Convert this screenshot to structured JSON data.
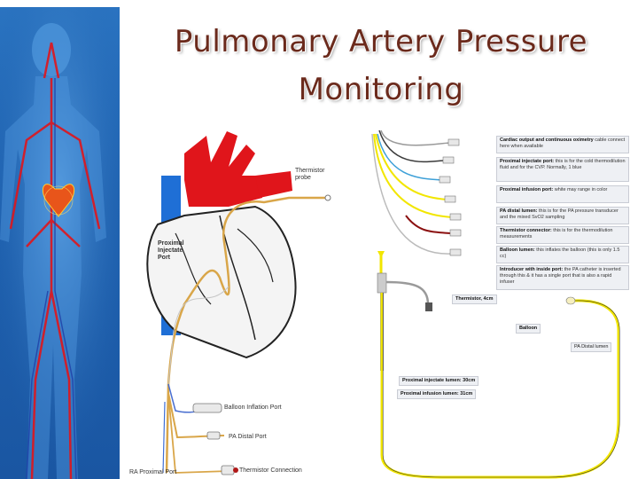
{
  "title": {
    "line1": "Pulmonary Artery Pressure",
    "line2": "Monitoring"
  },
  "heart_diagram": {
    "thermistor_probe": [
      "Thermistor",
      "probe"
    ],
    "proximal_injectate_port": [
      "Proximal",
      "Injectate",
      "Port"
    ],
    "balloon_inflation_port": "Balloon Inflation Port",
    "pa_distal_port": "PA Distal Port",
    "ra_proximal_port": "RA Proximal Port",
    "thermistor_connection": "Thermistor Connection"
  },
  "catheter_diagram": {
    "callouts": [
      {
        "head": "Cardiac output and continuous oximetry",
        "body": "cable connect here when available"
      },
      {
        "head": "Proximal injectate port:",
        "body": "this is for the cold thermodilution fluid and for the CVP. Normally, 1 blue"
      },
      {
        "head": "Proximal infusion port:",
        "body": "white may range in color"
      },
      {
        "head": "PA distal lumen:",
        "body": "this is for the PA pressure transducer and the mixed SvO2 sampling"
      },
      {
        "head": "Thermistor connector:",
        "body": "this is for the thermodilution measurements"
      },
      {
        "head": "Balloon lumen:",
        "body": "this inflates the balloon (this is only 1.5 cc)"
      },
      {
        "head": "Introducer with inside port:",
        "body": "the PA catheter is inserted through this & it has a single port that is also a rapid infuser"
      }
    ],
    "thermistor_cm": "Thermistor, 4cm",
    "balloon": "Balloon",
    "pa_distal_lumen": "PA Distal lumen",
    "proximal_injectate_lumen": "Proximal injectate lumen: 30cm",
    "proximal_infusion_lumen": "Proximal infusion lumen: 31cm"
  },
  "colors": {
    "title": "#6b2a1c",
    "body_panel": "#1f62b0",
    "heart_red": "#e0151b",
    "vein_blue": "#1f6fd6",
    "catheter_yellow": "#f2e600"
  }
}
